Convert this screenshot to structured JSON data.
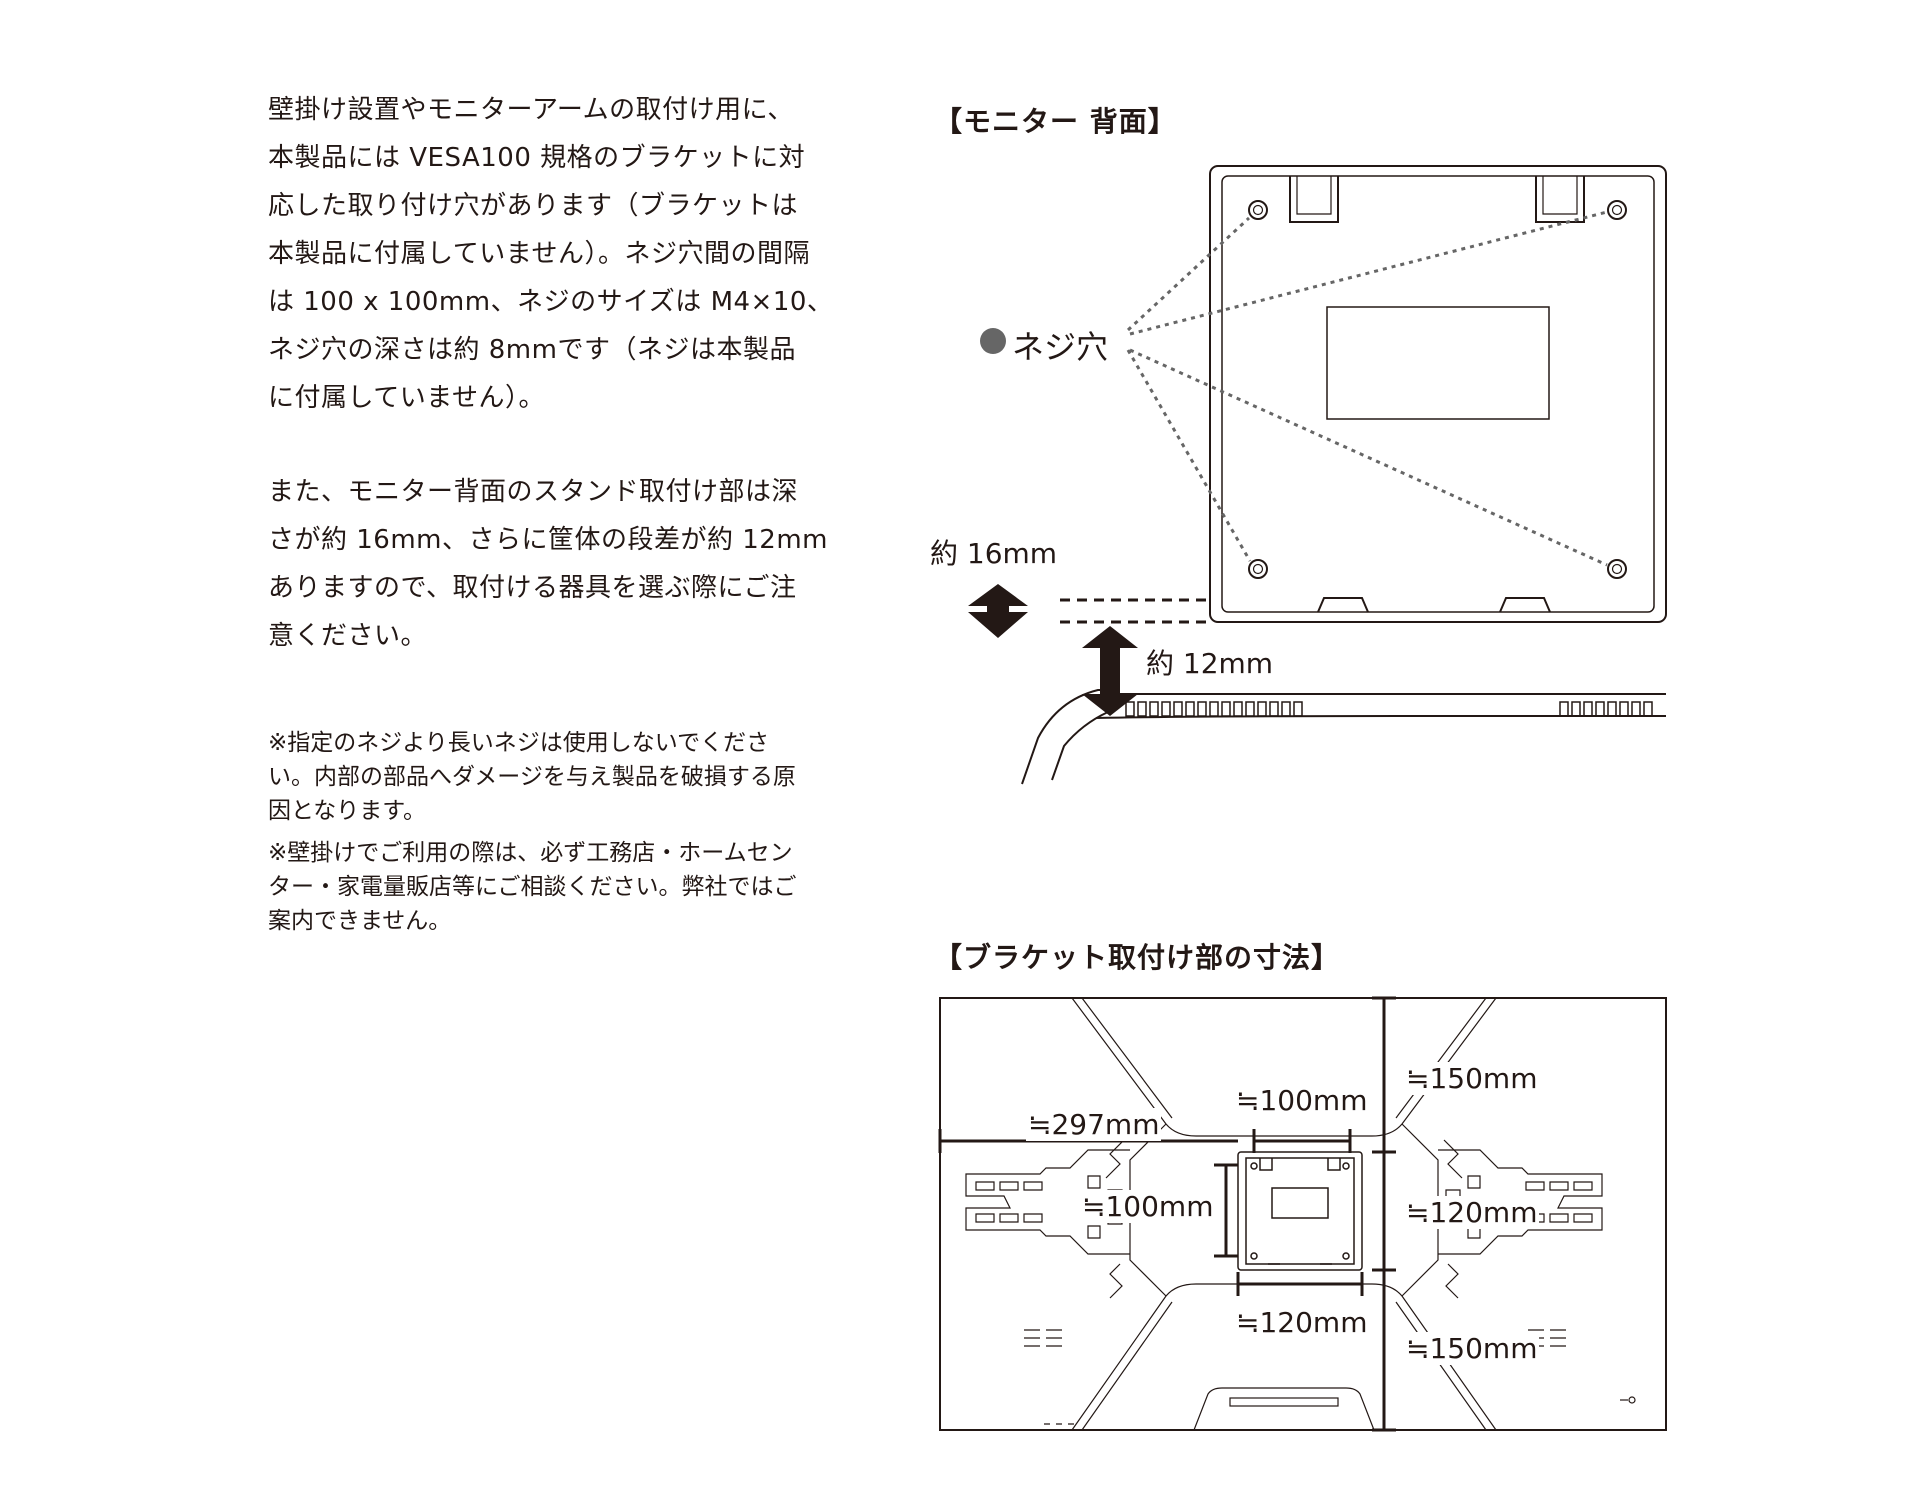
{
  "left_text": {
    "paragraph1": [
      "壁掛け設置やモニターアームの取付け用に、",
      "本製品には VESA100 規格のブラケットに対",
      "応した取り付け穴があります（ブラケットは",
      "本製品に付属していません）。ネジ穴間の間隔",
      "は 100 x 100mm、ネジのサイズは M4×10、",
      "ネジ穴の深さは約 8mmです（ネジは本製品",
      "に付属していません）。"
    ],
    "paragraph2": [
      "また、モニター背面のスタンド取付け部は深",
      "さが約 16mm、さらに筐体の段差が約 12mm",
      "ありますので、取付ける器具を選ぶ際にご注",
      "意ください。"
    ],
    "note1": [
      "※指定のネジより長いネジは使用しないでくださ",
      "い。内部の部品へダメージを与え製品を破損する原",
      "因となります。"
    ],
    "note2": [
      "※壁掛けでご利用の際は、必ず工務店・ホームセン",
      "ター・家電量販店等にご相談ください。弊社ではご",
      "案内できません。"
    ]
  },
  "figure_top": {
    "heading": "【モニター 背面】",
    "screw_hole_label": "ネジ穴",
    "depth_16_label": "約 16mm",
    "depth_12_label": "約 12mm"
  },
  "figure_bottom": {
    "heading": "【ブラケット取付け部の寸法】",
    "dim_297": "≒297mm",
    "dim_100_top": "≒100mm",
    "dim_100_side": "≒100mm",
    "dim_120_bottom": "≒120mm",
    "dim_150_top": "≒150mm",
    "dim_120_right": "≒120mm",
    "dim_150_bottom": "≒150mm"
  },
  "colors": {
    "ink": "#231815",
    "dot": "#666666"
  }
}
